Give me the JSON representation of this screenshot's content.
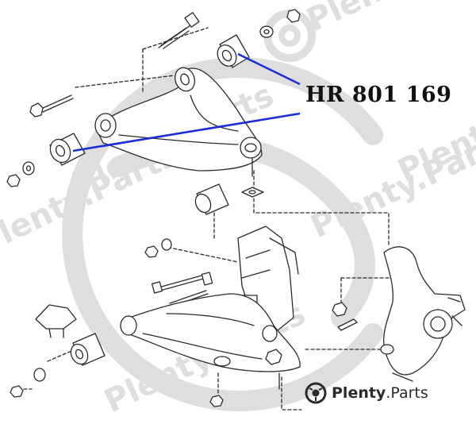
{
  "part_number": "HR 801 169",
  "brand": {
    "name_strong": "Plenty",
    "name_light": ".Parts",
    "watermark_text": "Plenty.Parts"
  },
  "colors": {
    "callout": "#1a2fd6",
    "line_art": "#2a2a2a",
    "watermark": "#dedede",
    "text": "#111111",
    "brand_text": "#2b2b2b"
  }
}
